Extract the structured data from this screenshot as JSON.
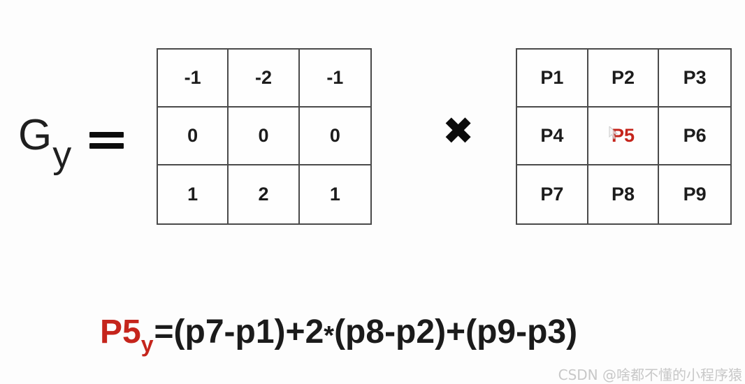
{
  "gy": {
    "base": "G",
    "sub": "y"
  },
  "operators": {
    "equals": "=",
    "multiply": "✖"
  },
  "kernel": {
    "name": "Gy sobel kernel",
    "cells": [
      "-1",
      "-2",
      "-1",
      "0",
      "0",
      "0",
      "1",
      "2",
      "1"
    ]
  },
  "pixels": {
    "name": "pixel neighborhood",
    "cells": [
      "P1",
      "P2",
      "P3",
      "P4",
      "P5",
      "P6",
      "P7",
      "P8",
      "P9"
    ],
    "highlight": "P5"
  },
  "formula": {
    "lhs": "P5",
    "lhs_sub": "y",
    "part1": "=(p7-p1)+2",
    "star": "*",
    "part2": "(p8-p2)+(p9-p3)"
  },
  "colors": {
    "highlight_red": "#c5251c",
    "grid_border": "#4a4a4a",
    "watermark_gray": "#c8c8c8"
  },
  "watermark": {
    "text": "CSDN @啥都不懂的小程序猿"
  }
}
